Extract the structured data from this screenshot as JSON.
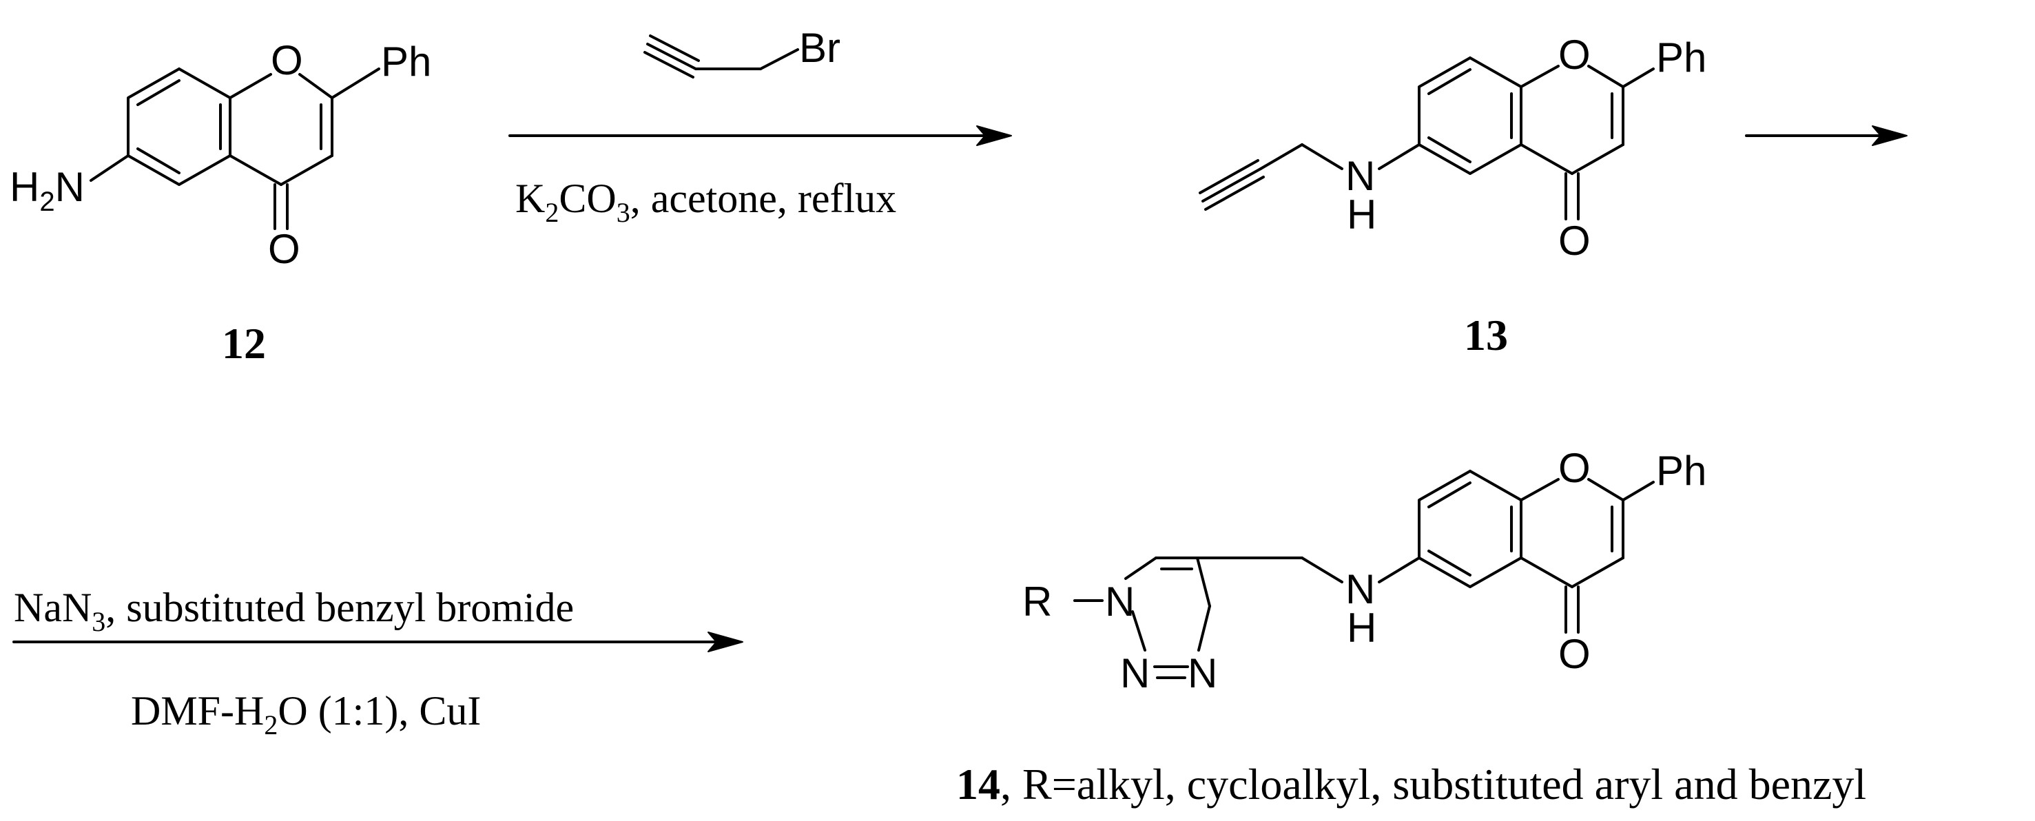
{
  "compounds": {
    "c12": {
      "number": "12",
      "atoms": {
        "ring_o": "O",
        "ph": "Ph",
        "amine": "H",
        "amine_sub": "2",
        "amine_n": "N",
        "carbonyl": "O"
      }
    },
    "c13": {
      "number": "13",
      "atoms": {
        "ring_o": "O",
        "ph": "Ph",
        "n": "N",
        "h": "H",
        "carbonyl": "O"
      }
    },
    "c14": {
      "number": "14",
      "caption": ", R=alkyl, cycloalkyl, substituted aryl and benzyl",
      "atoms": {
        "ring_o": "O",
        "ph": "Ph",
        "n": "N",
        "h": "H",
        "carbonyl": "O",
        "r": "R",
        "n1": "N",
        "n2": "N",
        "n3": "N"
      }
    }
  },
  "reagents": {
    "step1": {
      "above": "Br",
      "below": {
        "k": "K",
        "k_sub": "2",
        "co": "CO",
        "co_sub": "3",
        "rest": ", acetone, reflux"
      }
    },
    "step2": {
      "above": {
        "na": "NaN",
        "na_sub": "3",
        "rest": ", substituted benzyl bromide"
      },
      "below": {
        "dmf": "DMF-H",
        "dmf_sub": "2",
        "rest": "O (1:1), CuI"
      }
    }
  }
}
